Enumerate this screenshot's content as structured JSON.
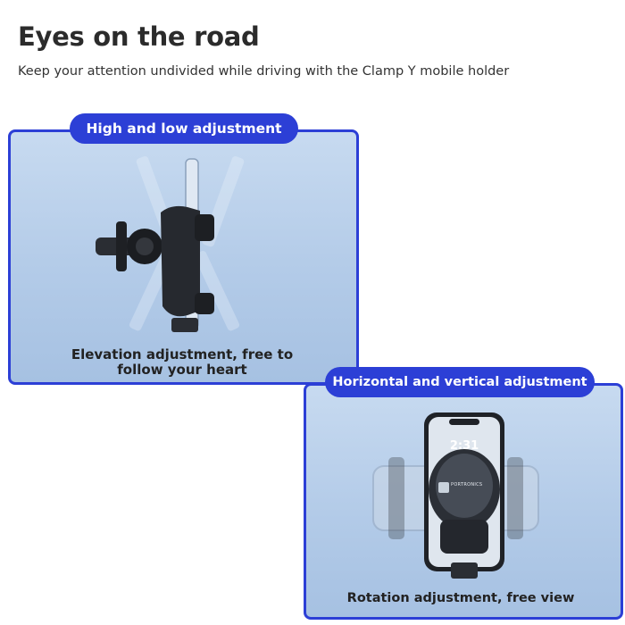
{
  "headline": "Eyes on the road",
  "subheadline": "Keep your attention undivided while driving with the Clamp Y mobile holder",
  "panels": [
    {
      "badge": "High and low adjustment",
      "caption": "Elevation adjustment, free to follow your heart"
    },
    {
      "badge": "Horizontal and vertical adjustment",
      "caption": "Rotation adjustment, free view"
    }
  ],
  "phone_clock": "2:31",
  "brand_logo": "PORTRONICS",
  "colors": {
    "accent": "#2c3fd6",
    "panel_bg": "#b9cfea",
    "headline": "#2b2b2b"
  }
}
